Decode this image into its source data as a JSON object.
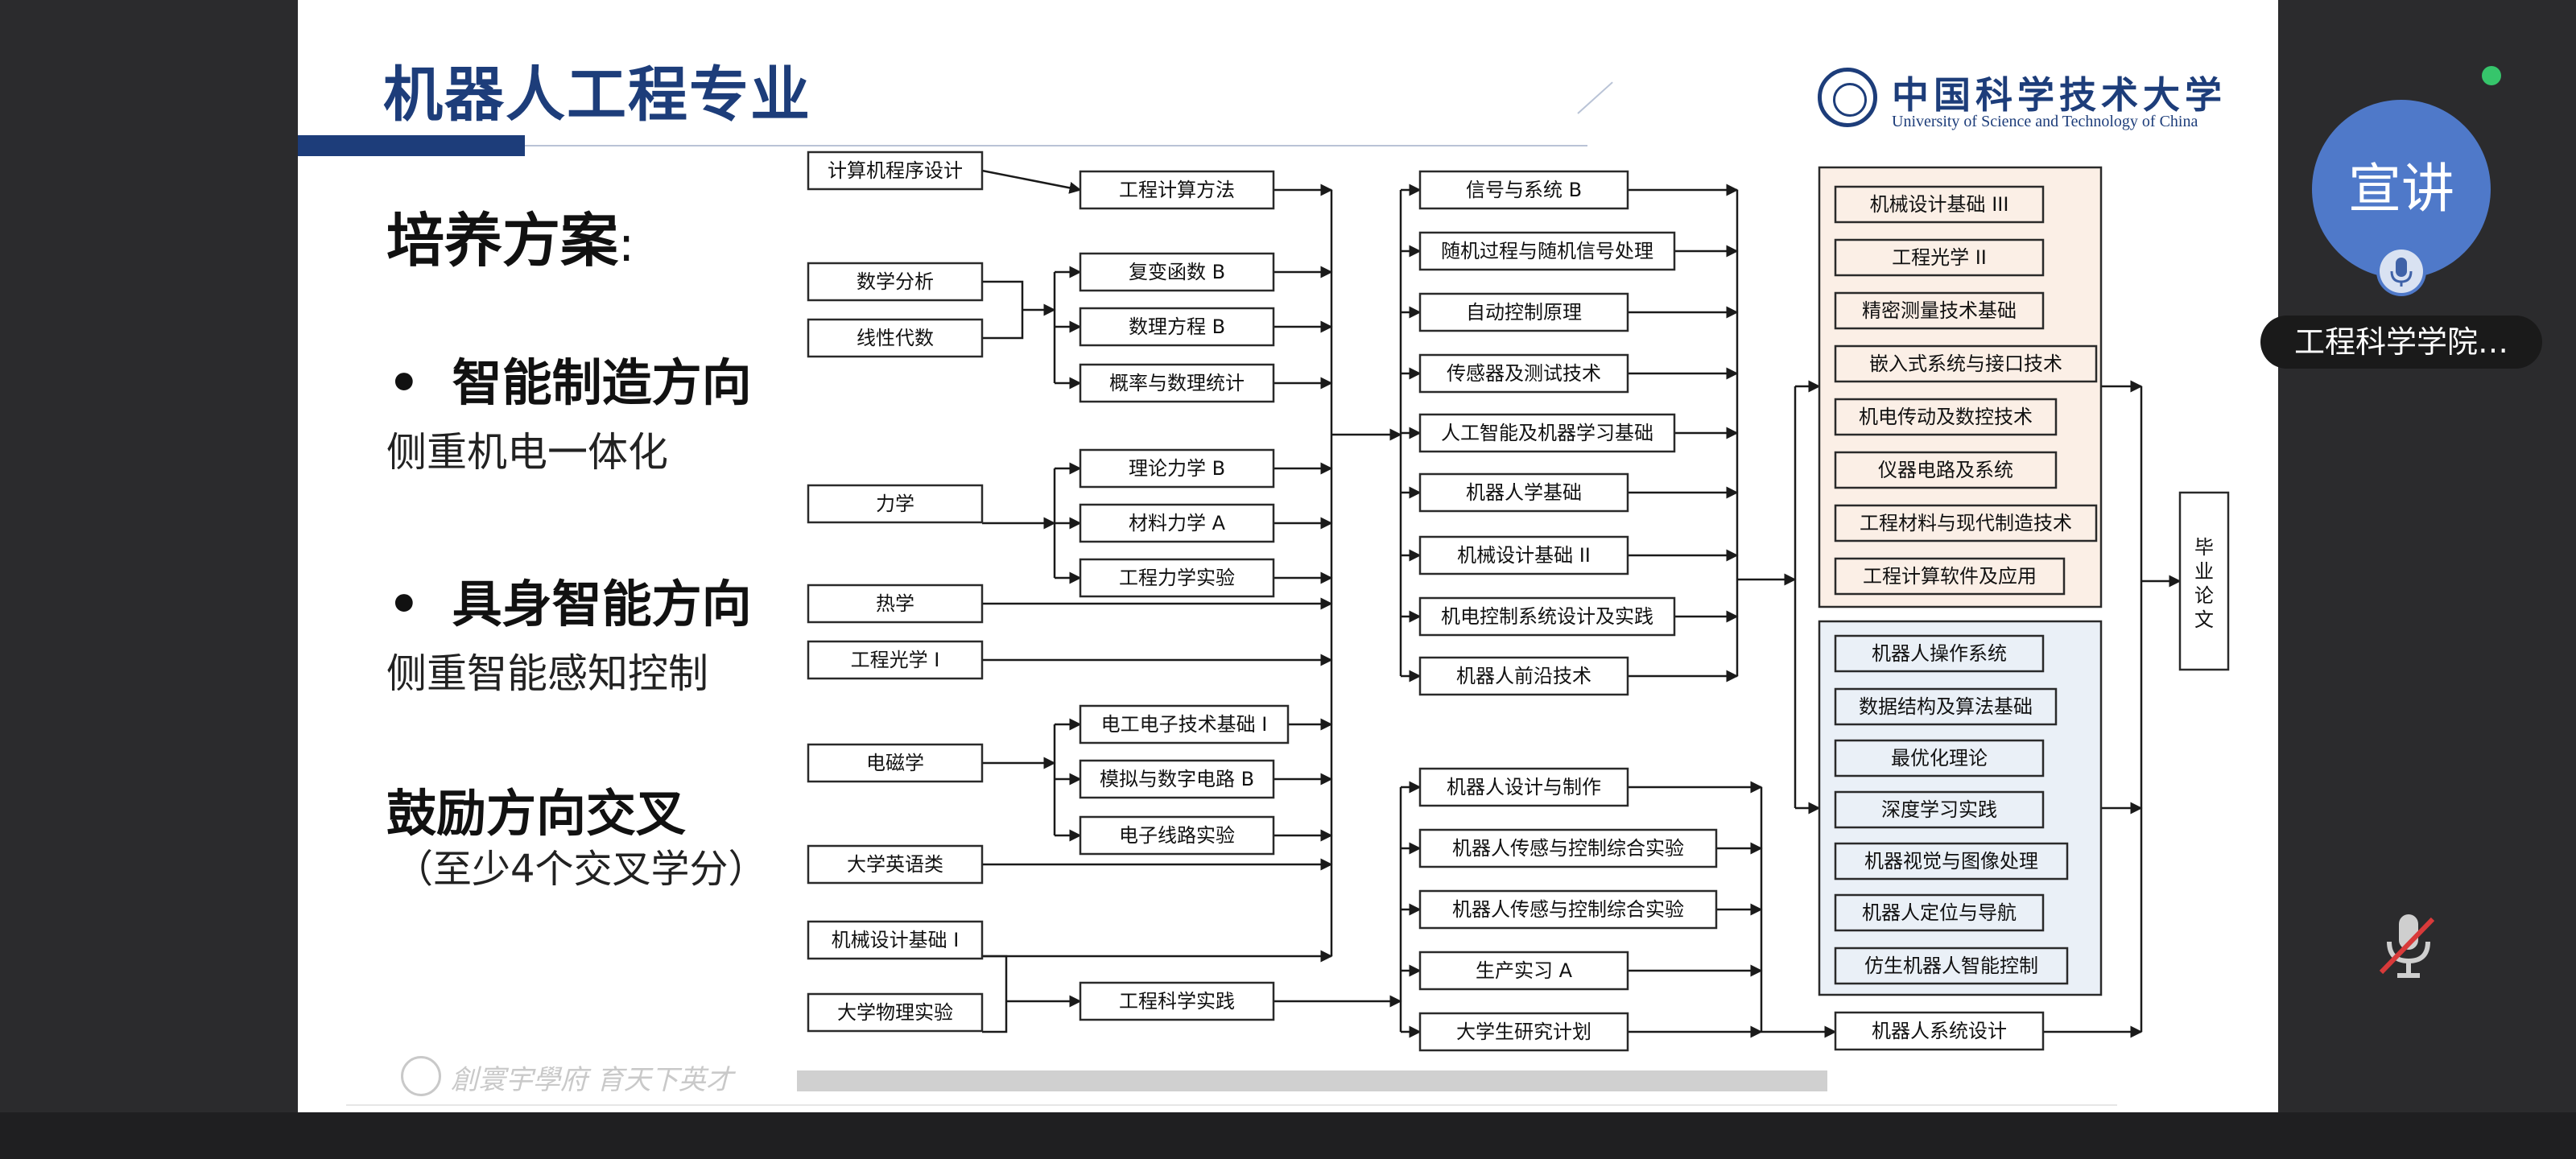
{
  "slide": {
    "title": "机器人工程专业",
    "logo": {
      "name_cn": "中国科学技术大学",
      "name_en": "University of Science and Technology of China"
    },
    "left": {
      "heading": "培养方案",
      "colon": ":",
      "direction1": {
        "bullet": "•",
        "title": "智能制造方向",
        "subtitle": "侧重机电一体化"
      },
      "direction2": {
        "bullet": "•",
        "title": "具身智能方向",
        "subtitle": "侧重智能感知控制"
      },
      "cross": {
        "title": "鼓励方向交叉",
        "note": "（至少4个交叉学分）"
      }
    },
    "footer": {
      "motto": "創寰宇學府 育天下英才"
    },
    "courses": {
      "col1": [
        "计算机程序设计",
        "数学分析",
        "线性代数",
        "力学",
        "热学",
        "工程光学 I",
        "电磁学",
        "大学英语类",
        "机械设计基础 I",
        "大学物理实验"
      ],
      "col2": [
        "工程计算方法",
        "复变函数 B",
        "数理方程 B",
        "概率与数理统计",
        "理论力学 B",
        "材料力学 A",
        "工程力学实验",
        "电工电子技术基础 I",
        "模拟与数字电路 B",
        "电子线路实验",
        "工程科学实践"
      ],
      "col3a": [
        "信号与系统 B",
        "随机过程与随机信号处理",
        "自动控制原理",
        "传感器及测试技术",
        "人工智能及机器学习基础",
        "机器人学基础",
        "机械设计基础 II",
        "机电控制系统设计及实践",
        "机器人前沿技术"
      ],
      "col3b": [
        "机器人设计与制作",
        "机器人传感与控制综合实验",
        "机器人传感与控制综合实验",
        "生产实习 A",
        "大学生研究计划"
      ],
      "col4_manufacturing": [
        "机械设计基础 III",
        "工程光学 II",
        "精密测量技术基础",
        "嵌入式系统与接口技术",
        "机电传动及数控技术",
        "仪器电路及系统",
        "工程材料与现代制造技术",
        "工程计算软件及应用"
      ],
      "col4_embodied": [
        "机器人操作系统",
        "数据结构及算法基础",
        "最优化理论",
        "深度学习实践",
        "机器视觉与图像处理",
        "机器人定位与导航",
        "仿生机器人智能控制"
      ],
      "col4_final": "机器人系统设计",
      "thesis": [
        "毕",
        "业",
        "论",
        "文"
      ]
    }
  },
  "participant": {
    "avatar_label": "宣讲",
    "name": "工程科学学院…"
  },
  "colors": {
    "title_blue": "#1d3d7a",
    "avatar_blue": "#4f79c9",
    "manufacturing_fill": "#fbefe6",
    "embodied_fill": "#eaf0f7",
    "live_green": "#36c56b",
    "mute_red": "#d83a3a"
  },
  "icons": [
    "university-logo-icon",
    "microphone-icon",
    "microphone-muted-icon",
    "live-indicator-icon"
  ]
}
